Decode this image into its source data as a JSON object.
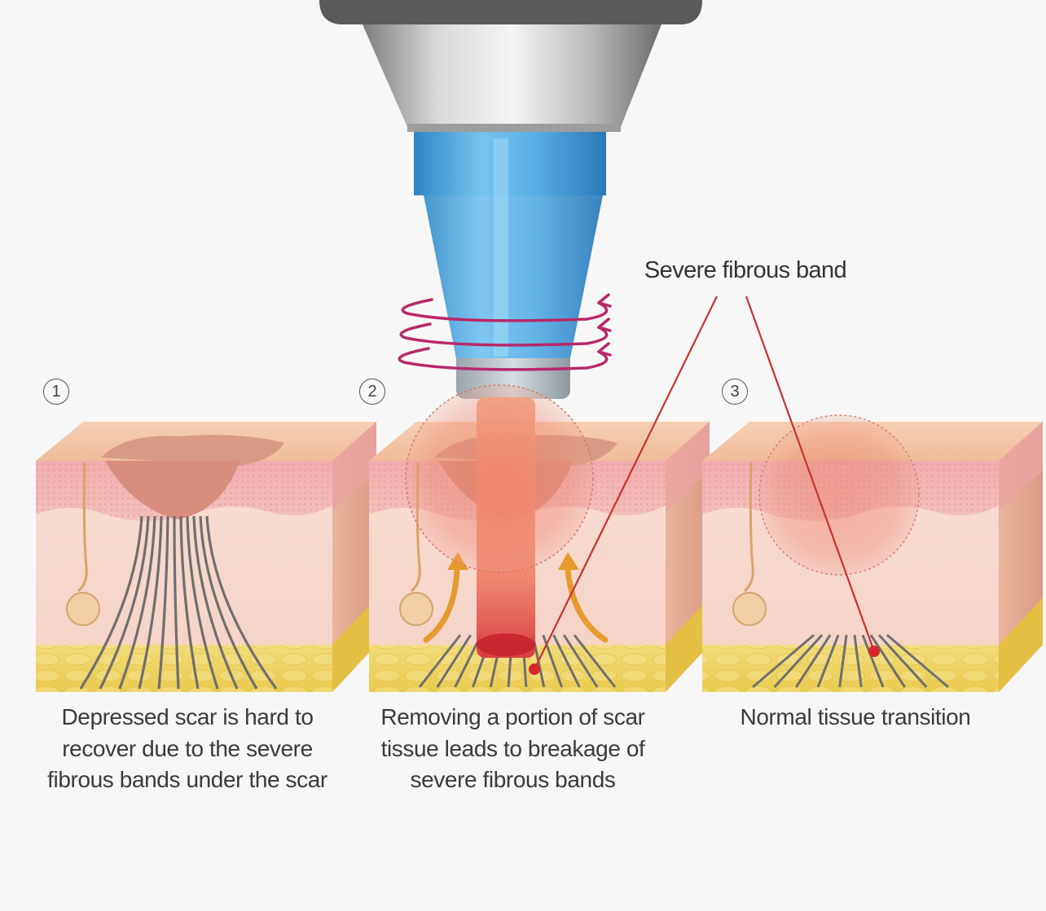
{
  "callout": {
    "title": "Severe fibrous band"
  },
  "steps": [
    {
      "marker": "1",
      "caption": "Depressed scar is hard to recover due to the severe fibrous bands under the scar"
    },
    {
      "marker": "2",
      "caption": "Removing a portion of scar tissue leads to breakage of severe fibrous bands"
    },
    {
      "marker": "3",
      "caption": "Normal tissue transition"
    }
  ],
  "colors": {
    "background": "#f7f7f7",
    "skin_top": "#f3c5a6",
    "epidermis": "#f1b3b2",
    "dermis": "#f7d4cb",
    "fat": "#efd25f",
    "scar": "#d78f7a",
    "fiber": "#6f6f6f",
    "nozzle_blue": "#4fa8e0",
    "metal": "#c8c8c8",
    "callout_line": "#c8322d",
    "rotation_arrows": "#b8286a",
    "glow": "#e9735b"
  }
}
